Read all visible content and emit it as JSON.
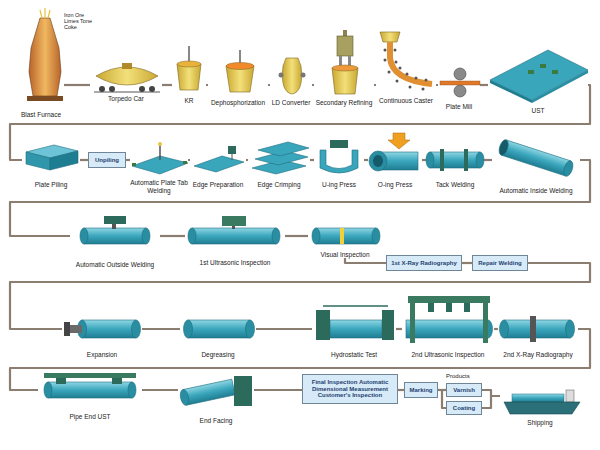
{
  "diagram": {
    "nodes": [
      {
        "text": [
          "Blast Furnace"
        ]
      },
      {
        "text": [
          "Torpedo Car"
        ]
      },
      {
        "text": [
          "KR"
        ]
      },
      {
        "text": [
          "Dephosphorization"
        ]
      },
      {
        "text": [
          "LD Converter"
        ]
      },
      {
        "text": [
          "Secondary Refining"
        ]
      },
      {
        "text": [
          "Continuous Caster"
        ]
      },
      {
        "text": [
          "Plate Mill"
        ]
      },
      {
        "text": [
          "UST"
        ]
      },
      {
        "text": [
          "Plate Piling"
        ]
      },
      {
        "text": [
          "Unpiling"
        ]
      },
      {
        "text": [
          "Automatic Plate Tab Welding"
        ]
      },
      {
        "text": [
          "Edge Preparation"
        ]
      },
      {
        "text": [
          "Edge Crimping"
        ]
      },
      {
        "text": [
          "U-ing Press"
        ]
      },
      {
        "text": [
          "O-ing Press"
        ]
      },
      {
        "text": [
          "Tack Welding"
        ]
      },
      {
        "text": [
          "Automatic Inside Welding"
        ]
      },
      {
        "text": [
          "Automatic Outside Welding"
        ]
      },
      {
        "text": [
          "1st Ultrasonic Inspection"
        ]
      },
      {
        "text": [
          "Visual Inspection"
        ]
      },
      {
        "text": [
          "1st X-Ray Radiography"
        ]
      },
      {
        "text": [
          "Repair Welding"
        ]
      },
      {
        "text": [
          "Expansion"
        ]
      },
      {
        "text": [
          "Degreasing"
        ]
      },
      {
        "text": [
          "Hydrostatic Test"
        ]
      },
      {
        "text": [
          "2nd Ultrasonic Inspection"
        ]
      },
      {
        "text": [
          "2nd X-Ray Radiography"
        ]
      },
      {
        "text": [
          "Pipe End UST"
        ]
      },
      {
        "text": [
          "End Facing"
        ]
      },
      {
        "text": [
          "Final Inspection Automatic Dimensional Measurement Customer's Inspection"
        ]
      },
      {
        "text": [
          "Marking"
        ]
      },
      {
        "text": [
          "Varnish"
        ]
      },
      {
        "text": [
          "Coating"
        ]
      },
      {
        "text": [
          "Shipping"
        ]
      }
    ],
    "edges": [
      {
        "from": 0,
        "to": 1,
        "arrow": "none"
      },
      {
        "from": 1,
        "to": 2,
        "arrow": "none"
      },
      {
        "from": 2,
        "to": 3,
        "arrow": "none"
      },
      {
        "from": 3,
        "to": 4,
        "arrow": "none"
      },
      {
        "from": 4,
        "to": 5,
        "arrow": "none"
      },
      {
        "from": 5,
        "to": 6,
        "arrow": "none"
      },
      {
        "from": 6,
        "to": 7,
        "arrow": "none"
      },
      {
        "from": 7,
        "to": 8,
        "arrow": "none"
      },
      {
        "from": 8,
        "to": 9,
        "arrow": "none"
      },
      {
        "from": 9,
        "to": 10,
        "arrow": "none"
      },
      {
        "from": 10,
        "to": 11,
        "arrow": "none"
      },
      {
        "from": 11,
        "to": 12,
        "arrow": "none"
      },
      {
        "from": 12,
        "to": 13,
        "arrow": "none"
      },
      {
        "from": 13,
        "to": 14,
        "arrow": "none"
      },
      {
        "from": 14,
        "to": 15,
        "arrow": "none"
      },
      {
        "from": 15,
        "to": 16,
        "arrow": "none"
      },
      {
        "from": 16,
        "to": 17,
        "arrow": "none"
      },
      {
        "from": 17,
        "to": 18,
        "arrow": "none"
      },
      {
        "from": 18,
        "to": 19,
        "arrow": "none"
      },
      {
        "from": 19,
        "to": 20,
        "arrow": "none"
      },
      {
        "from": 20,
        "to": 21,
        "arrow": "none"
      },
      {
        "from": 21,
        "to": 22,
        "arrow": "none"
      },
      {
        "from": 22,
        "to": 23,
        "arrow": "none"
      },
      {
        "from": 23,
        "to": 24,
        "arrow": "none"
      },
      {
        "from": 24,
        "to": 25,
        "arrow": "none"
      },
      {
        "from": 25,
        "to": 26,
        "arrow": "none"
      },
      {
        "from": 26,
        "to": 27,
        "arrow": "none"
      },
      {
        "from": 27,
        "to": 28,
        "arrow": "none"
      },
      {
        "from": 28,
        "to": 29,
        "arrow": "none"
      },
      {
        "from": 29,
        "to": 30,
        "arrow": "none"
      },
      {
        "from": 30,
        "to": 31,
        "arrow": "none"
      },
      {
        "from": 31,
        "to": 32,
        "arrow": "none"
      },
      {
        "from": 31,
        "to": 33,
        "arrow": "none"
      },
      {
        "from": 32,
        "to": 34,
        "arrow": "none"
      },
      {
        "from": 33,
        "to": 34,
        "arrow": "none"
      }
    ],
    "labels": [
      "Iron Ore Limes Tone Coke",
      "Products"
    ]
  }
}
